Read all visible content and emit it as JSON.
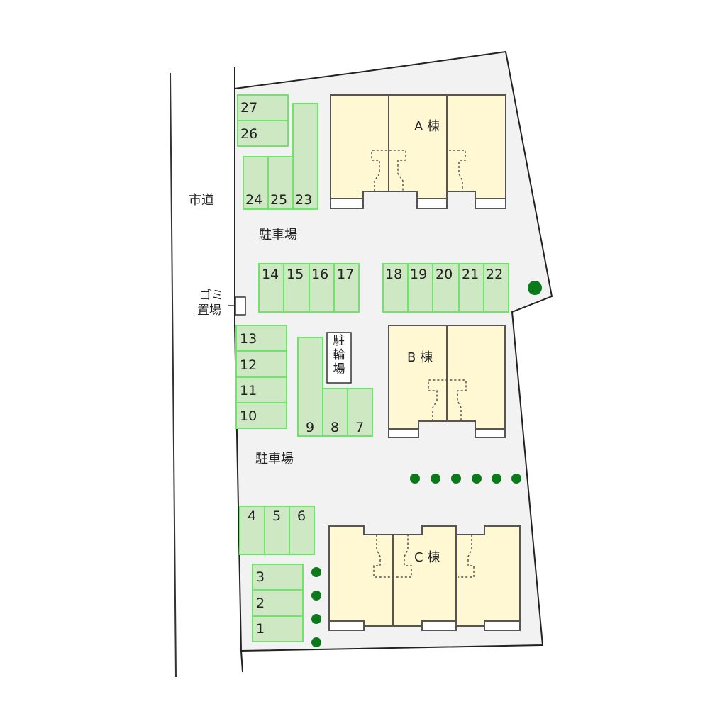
{
  "map": {
    "road_label": "市道",
    "parking_label_top": "駐車場",
    "parking_label_mid": "駐車場",
    "garbage_label_line1": "ゴミ",
    "garbage_label_line2": "置場",
    "bicycle_label": "駐輪場",
    "buildings": [
      {
        "id": "A",
        "label": "A 棟"
      },
      {
        "id": "B",
        "label": "B 棟"
      },
      {
        "id": "C",
        "label": "C 棟"
      }
    ],
    "parking_spaces": [
      "1",
      "2",
      "3",
      "4",
      "5",
      "6",
      "7",
      "8",
      "9",
      "10",
      "11",
      "12",
      "13",
      "14",
      "15",
      "16",
      "17",
      "18",
      "19",
      "20",
      "21",
      "22",
      "23",
      "24",
      "25",
      "26",
      "27"
    ],
    "colors": {
      "lot_fill": "#f2f2f2",
      "parking_fill": "#cfe8c4",
      "parking_stroke": "#6ee46a",
      "building_fill": "#fff8d2",
      "tree": "#0b7a1a"
    }
  }
}
